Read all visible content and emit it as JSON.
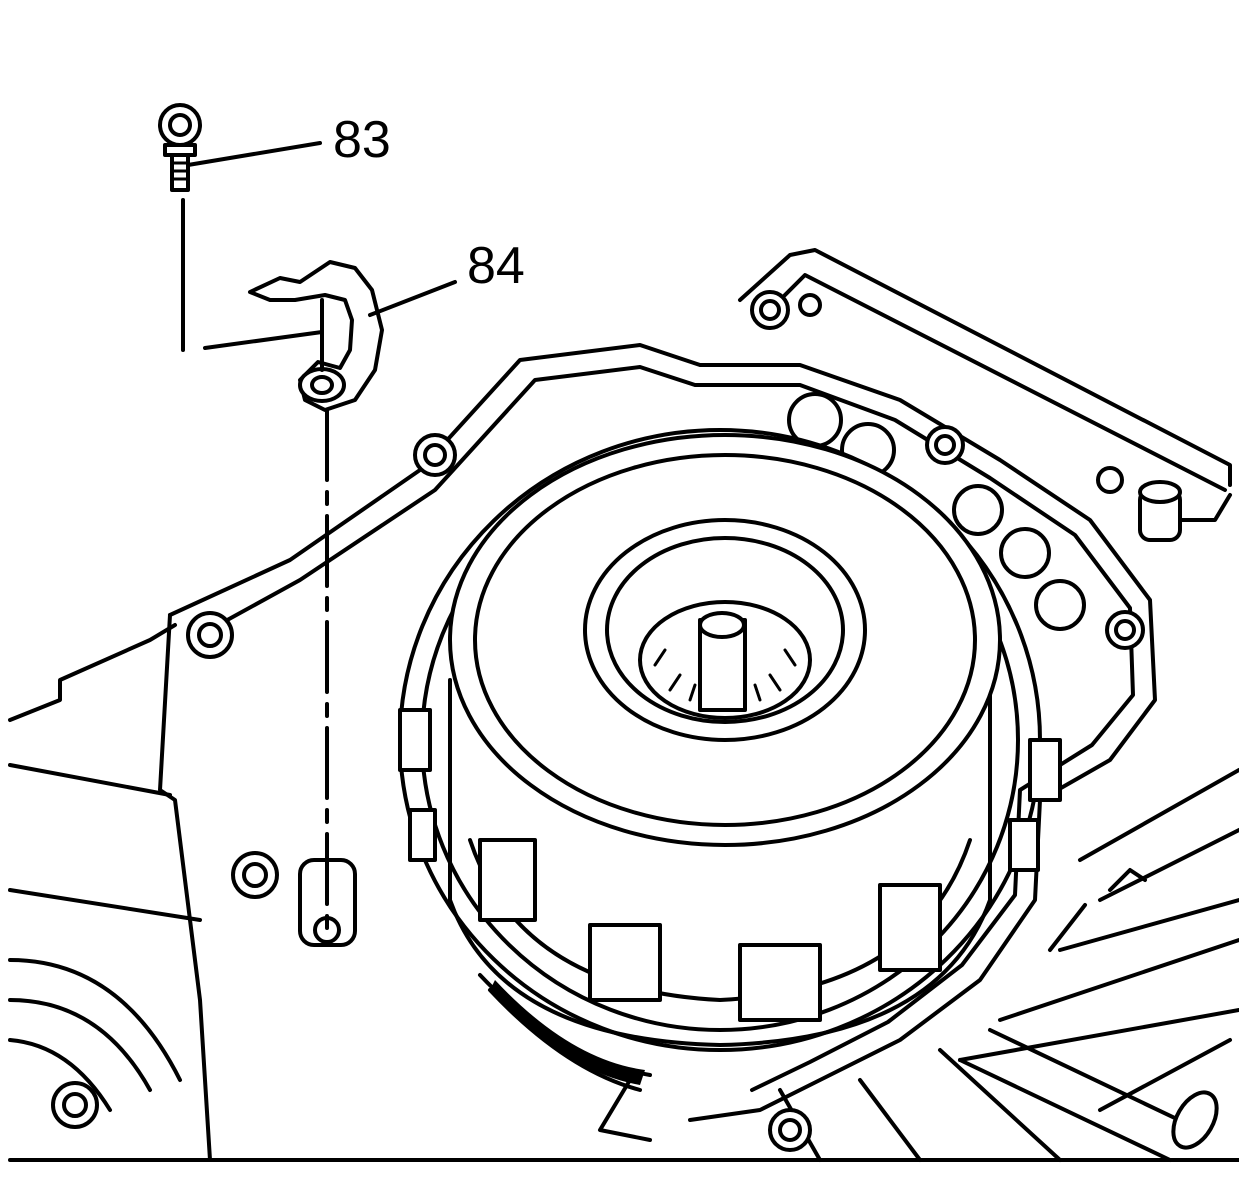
{
  "callouts": [
    {
      "id": "callout-83",
      "label": "83"
    },
    {
      "id": "callout-84",
      "label": "84"
    }
  ],
  "colors": {
    "line": "#000000",
    "background": "#ffffff"
  }
}
